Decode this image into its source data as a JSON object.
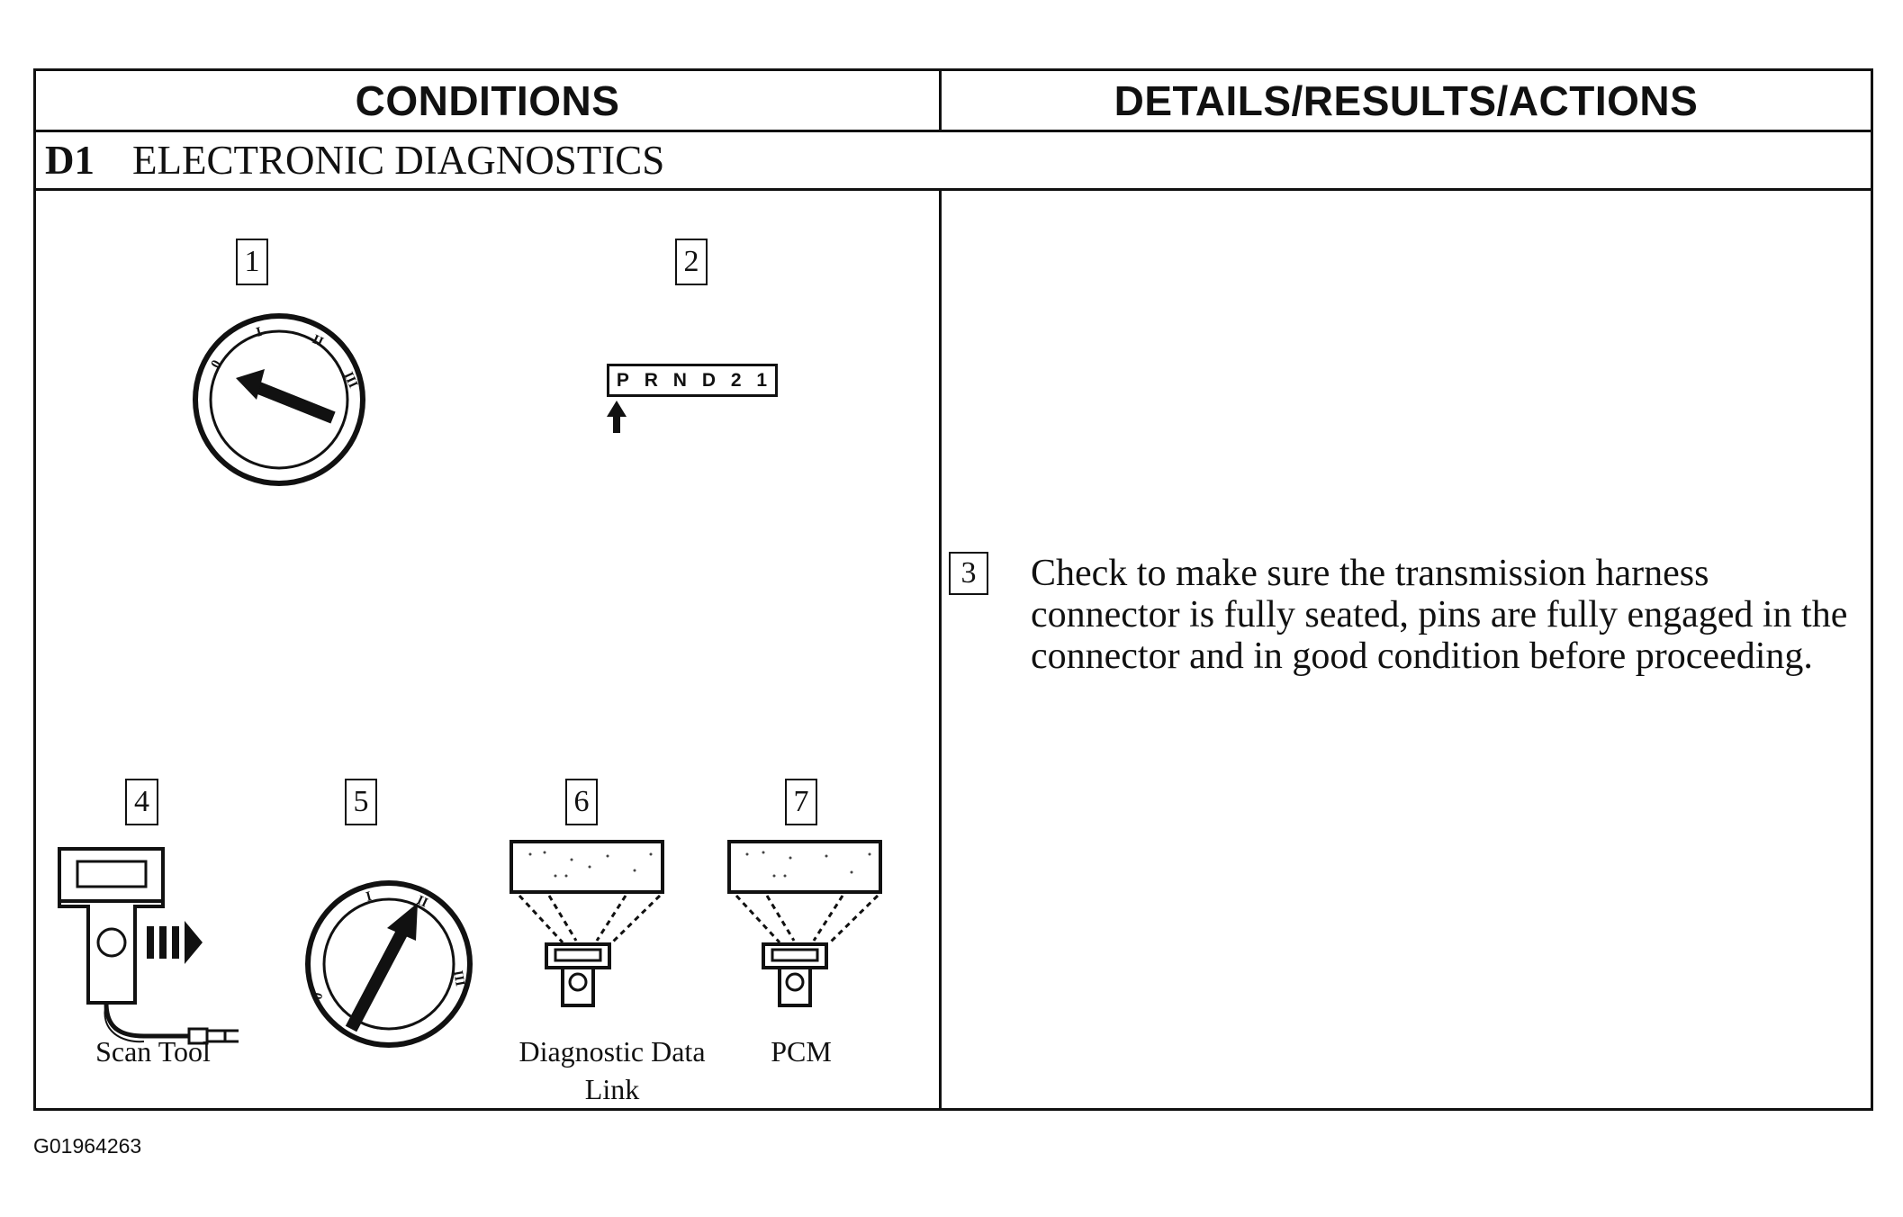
{
  "table": {
    "header_left": "CONDITIONS",
    "header_right": "DETAILS/RESULTS/ACTIONS",
    "section_id": "D1",
    "section_title": "ELECTRONIC DIAGNOSTICS"
  },
  "conditions": {
    "step_1": "1",
    "step_2": "2",
    "step_4": "4",
    "step_5": "5",
    "step_6": "6",
    "step_7": "7",
    "shift_indicator": [
      "P",
      "R",
      "N",
      "D",
      "2",
      "1"
    ],
    "ignition_marks": [
      "0",
      "I",
      "II",
      "III"
    ],
    "caption_scan_tool": "Scan Tool",
    "caption_ddl": "Diagnostic Data Link",
    "caption_pcm": "PCM"
  },
  "details": {
    "step_3": "3",
    "step_3_text": "Check to make sure the transmission harness connector is fully seated, pins are fully engaged in the connector and in good condition before proceeding."
  },
  "figure_id": "G01964263"
}
